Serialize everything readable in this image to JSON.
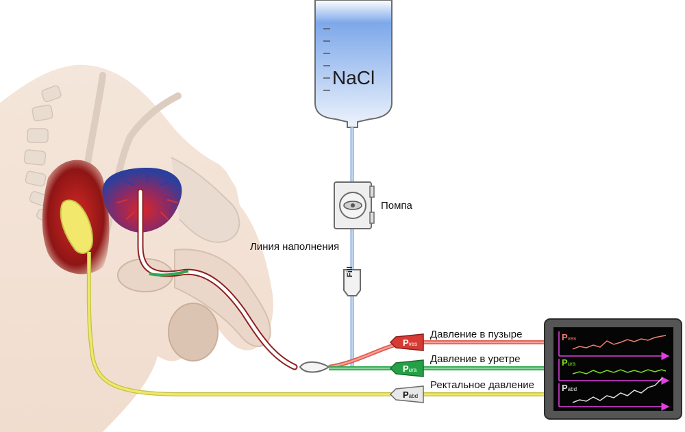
{
  "bag": {
    "label": "NaCl"
  },
  "pump": {
    "label": "Помпа"
  },
  "fill_line": {
    "label": "Линия наполнения",
    "connector_label": "Fill"
  },
  "channels": [
    {
      "id": "ves",
      "symbol": "P",
      "subscript": "ves",
      "label": "Давление в пузыре",
      "color": "#e25b4f"
    },
    {
      "id": "ura",
      "symbol": "P",
      "subscript": "ura",
      "label": "Давление в уретре",
      "color": "#2fa84f"
    },
    {
      "id": "abd",
      "symbol": "P",
      "subscript": "abd",
      "label": "Ректальное давление",
      "color": "#e9e26a"
    }
  ],
  "monitor": {
    "traces": [
      {
        "symbol": "P",
        "subscript": "ves",
        "color": "#f08070"
      },
      {
        "symbol": "P",
        "subscript": "ura",
        "color": "#7be021"
      },
      {
        "symbol": "P",
        "subscript": "abd",
        "color": "#dddddd"
      }
    ],
    "axis_color": "#e040e0"
  }
}
